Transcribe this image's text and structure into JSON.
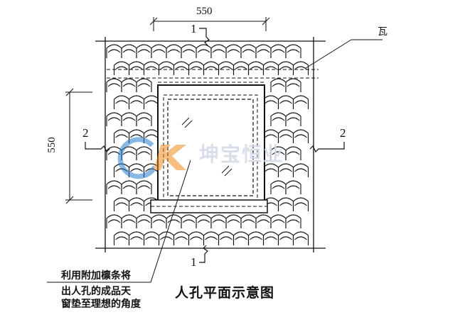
{
  "diagram": {
    "title": "人孔平面示意图",
    "dimension_top": "550",
    "dimension_left": "550",
    "section_mark_top": "1",
    "section_mark_bottom": "1",
    "section_mark_left": "2",
    "section_mark_right": "2",
    "tile_label": "瓦",
    "note_lines": [
      "利用附加檩条将",
      "出人孔的成品天",
      "窗垫至理想的角度"
    ],
    "watermark_text": "坤宝恒业"
  },
  "colors": {
    "line": "#111111",
    "background": "#ffffff",
    "watermark_blue": "#2a7fd0",
    "watermark_orange": "#f08a1c"
  }
}
